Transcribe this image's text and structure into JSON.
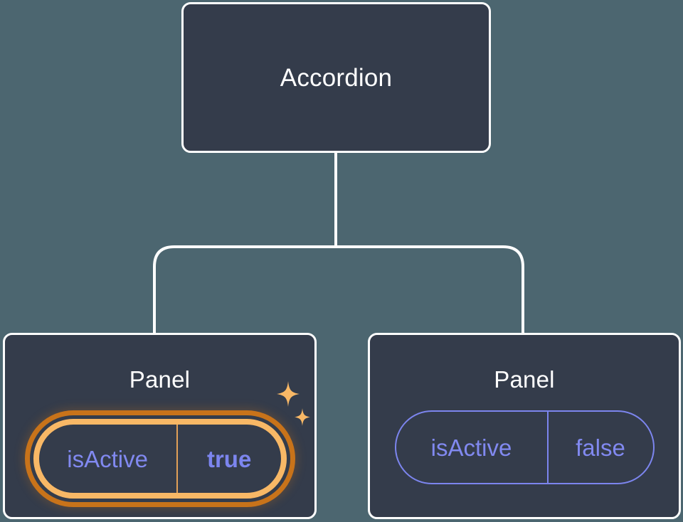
{
  "diagram": {
    "type": "component-tree",
    "background_color": "#4c6670",
    "node_fill_color": "#343c4b",
    "node_border_color": "#ffffff",
    "accent_highlight_color": "#f8b866",
    "accent_highlight_ring_color": "#c8731a",
    "prop_text_color": "#8189f0",
    "root": {
      "title": "Accordion"
    },
    "children": [
      {
        "title": "Panel",
        "highlighted": true,
        "prop": {
          "key": "isActive",
          "value": "true"
        }
      },
      {
        "title": "Panel",
        "highlighted": false,
        "prop": {
          "key": "isActive",
          "value": "false"
        }
      }
    ],
    "decorations": {
      "sparkle_large": "sparkle-icon",
      "sparkle_small": "sparkle-icon"
    }
  }
}
